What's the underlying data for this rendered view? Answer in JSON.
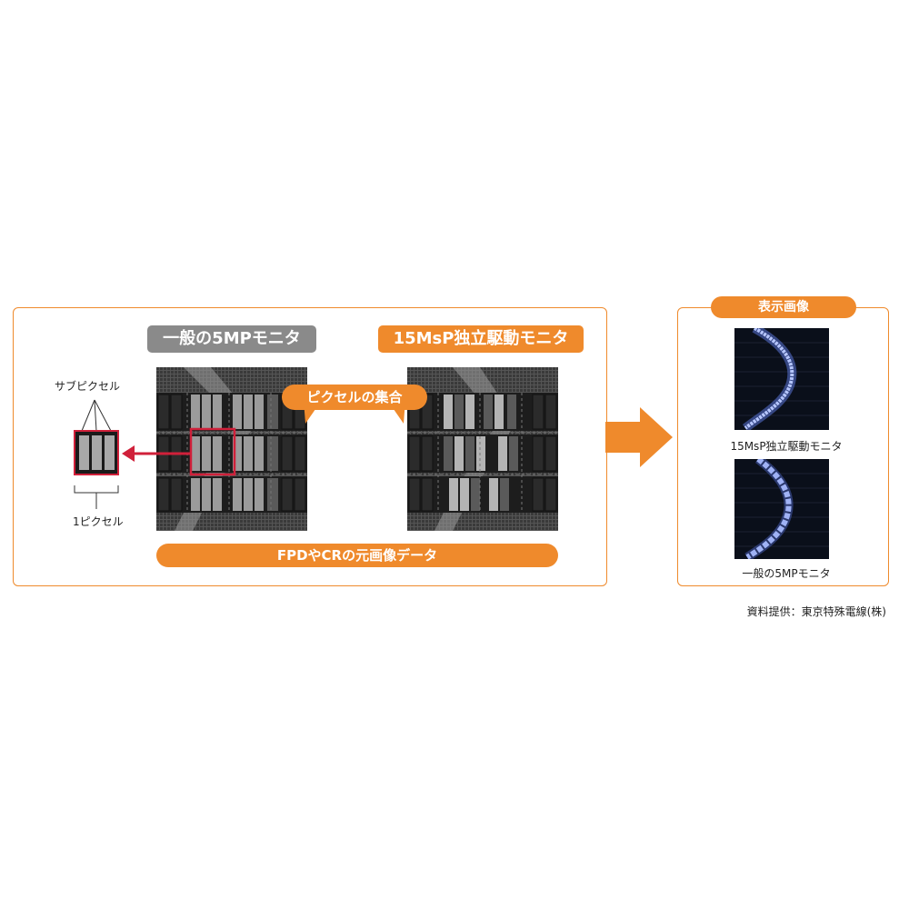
{
  "labels": {
    "general_5mp": "一般の5MPモニタ",
    "independent_15msp": "15MsP独立駆動モニタ",
    "pixel_aggregate": "ピクセルの集合",
    "source_data": "FPDやCRの元画像データ",
    "subpixel": "サブピクセル",
    "one_pixel": "1ピクセル",
    "display_image": "表示画像",
    "caption_15msp": "15MsP独立駆動モニタ",
    "caption_5mp": "一般の5MPモニタ",
    "credit": "資料提供：東京特殊電線(株)"
  },
  "colors": {
    "accent": "#ef8a2c",
    "gray_pill": "#8a8a8a",
    "highlight_red": "#d0203a",
    "pixel_dark": "#1a1a1a",
    "screen_bg": "#0a0f1a",
    "curve_blue": "#8fa8ff"
  },
  "icons": {
    "big_arrow": "arrow-right-icon",
    "red_arrow": "arrow-left-icon"
  }
}
